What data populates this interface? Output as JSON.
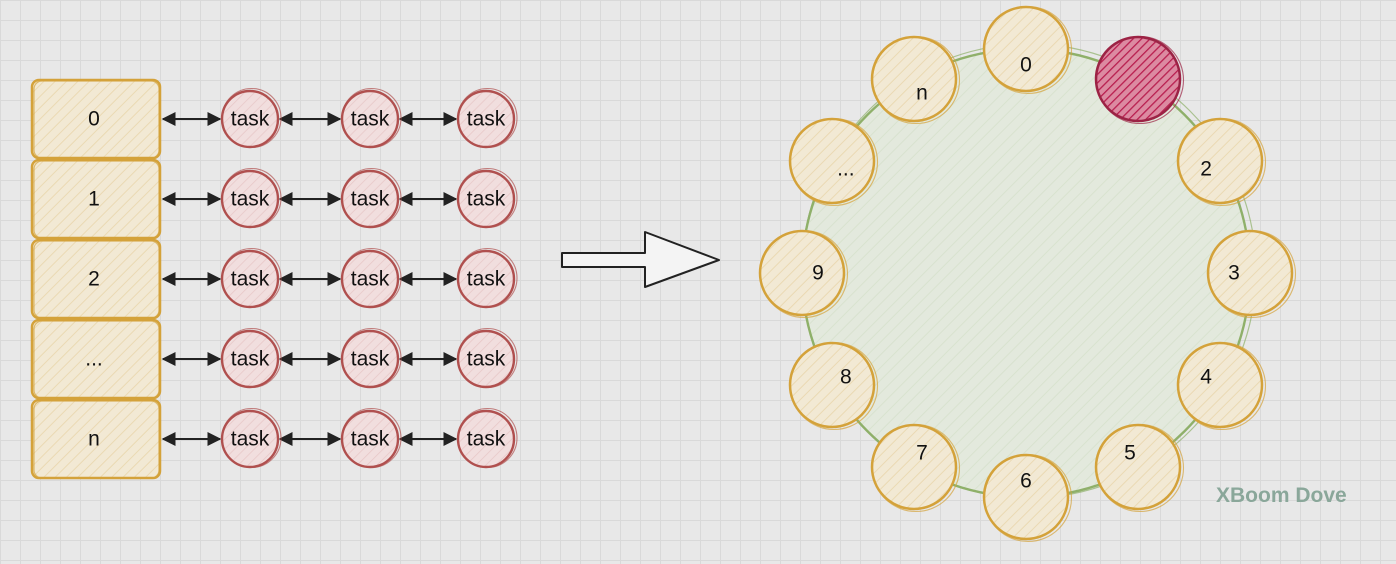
{
  "colors": {
    "bucket_stroke": "#d4a23a",
    "bucket_fill": "#f2e9d4",
    "task_stroke": "#b0504f",
    "task_fill": "#f1dede",
    "ring_stroke": "#8fb06a",
    "ring_fill": "#e3e9dd",
    "current_fill": "#c8245a",
    "current_stroke": "#9c2345",
    "arrow": "#222222",
    "watermark": "#8aa79a"
  },
  "buckets": [
    {
      "label": "0",
      "tasks": [
        "task",
        "task",
        "task"
      ]
    },
    {
      "label": "1",
      "tasks": [
        "task",
        "task",
        "task"
      ]
    },
    {
      "label": "2",
      "tasks": [
        "task",
        "task",
        "task"
      ]
    },
    {
      "label": "...",
      "tasks": [
        "task",
        "task",
        "task"
      ]
    },
    {
      "label": "n",
      "tasks": [
        "task",
        "task",
        "task"
      ]
    }
  ],
  "wheel": {
    "slots": [
      {
        "label": "0"
      },
      {
        "label": ""
      },
      {
        "label": "2"
      },
      {
        "label": "3"
      },
      {
        "label": "4"
      },
      {
        "label": "5"
      },
      {
        "label": "6"
      },
      {
        "label": "7"
      },
      {
        "label": "8"
      },
      {
        "label": "9"
      },
      {
        "label": "..."
      },
      {
        "label": "n"
      }
    ]
  },
  "watermark": "XBoom Dove"
}
